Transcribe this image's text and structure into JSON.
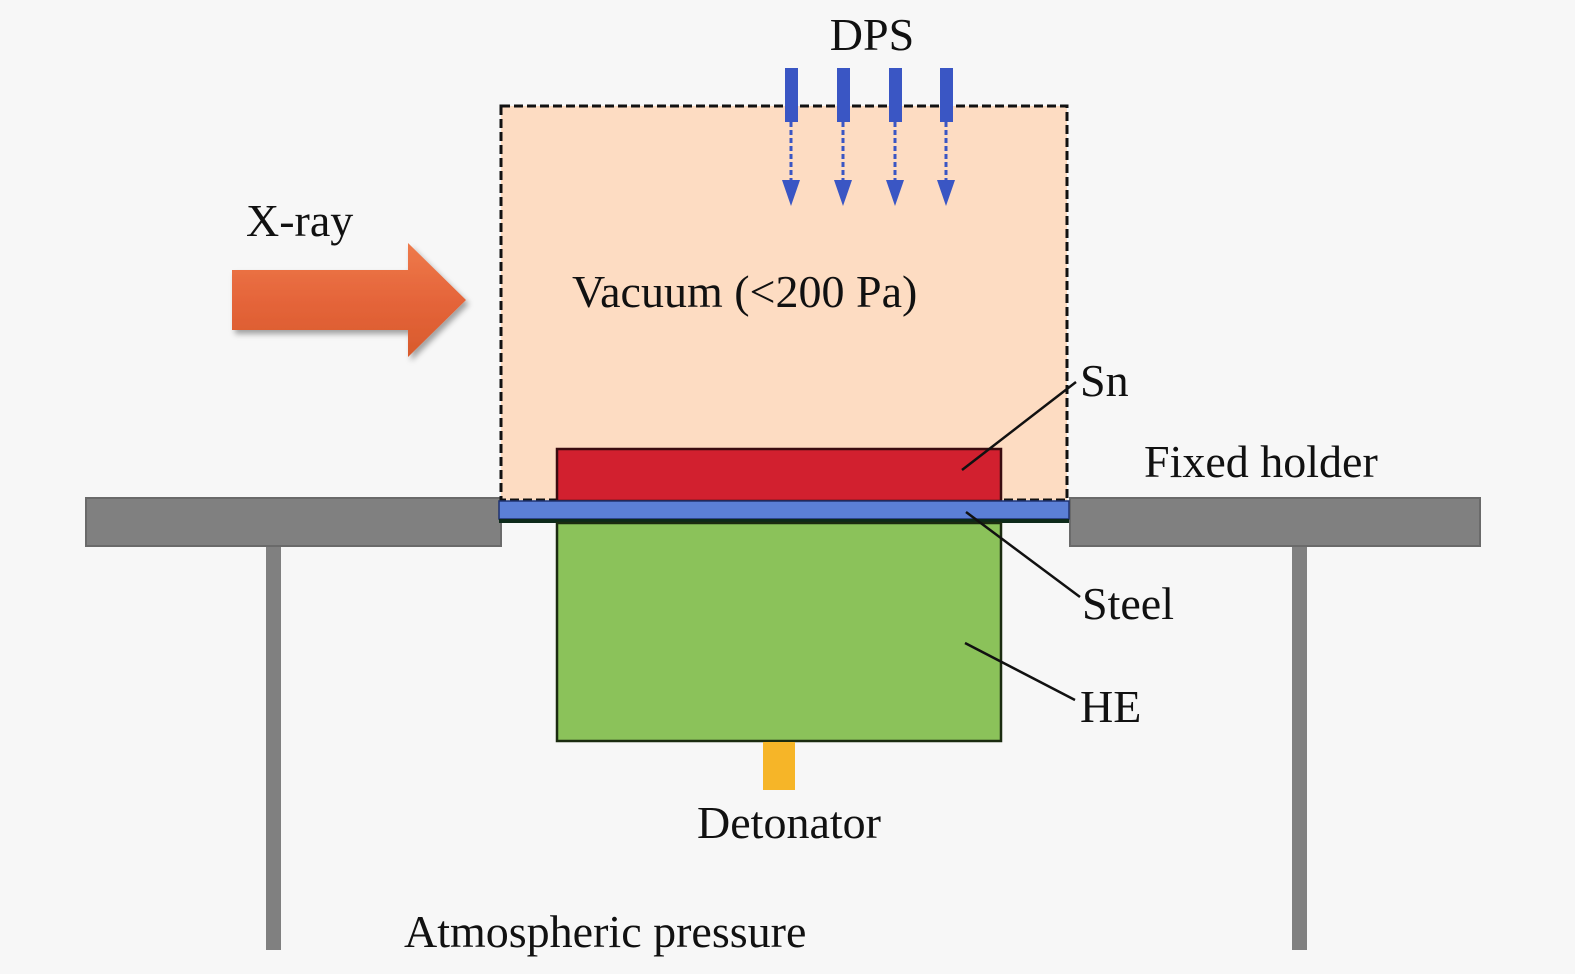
{
  "title": "Experimental setup schematic",
  "labels": {
    "dps": "DPS",
    "xray": "X-ray",
    "vacuum": "Vacuum (<200 Pa)",
    "sn": "Sn",
    "fixed_holder": "Fixed holder",
    "steel": "Steel",
    "he": "HE",
    "detonator": "Detonator",
    "atmosphere": "Atmospheric pressure"
  },
  "probes": {
    "count": 4,
    "name": "DPS probe"
  },
  "colors": {
    "background": "#f7f7f7",
    "vacuum_fill": "#fddcc2",
    "vacuum_border": "#111111",
    "sn": "#d2202f",
    "steel": "#5b7fd6",
    "he": "#8bc25a",
    "detonator": "#f6b528",
    "holder": "#808080",
    "xray_arrow": "#e5653a",
    "probe": "#3a56c4"
  }
}
